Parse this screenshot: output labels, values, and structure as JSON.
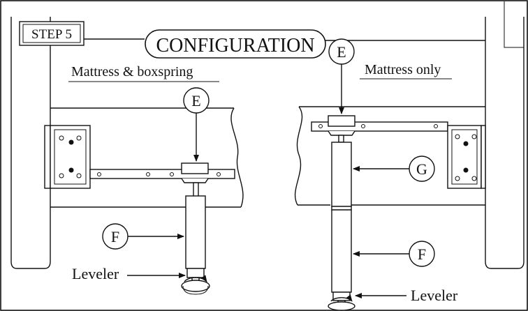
{
  "step_label": "STEP 5",
  "title": "CONFIGURATION",
  "left": {
    "caption": "Mattress & boxspring",
    "callout_top": "E",
    "callout_leg": "F",
    "leveler_label": "Leveler"
  },
  "right": {
    "caption": "Mattress only",
    "callout_top": "E",
    "callout_upper_leg": "G",
    "callout_lower_leg": "F",
    "leveler_label": "Leveler"
  }
}
